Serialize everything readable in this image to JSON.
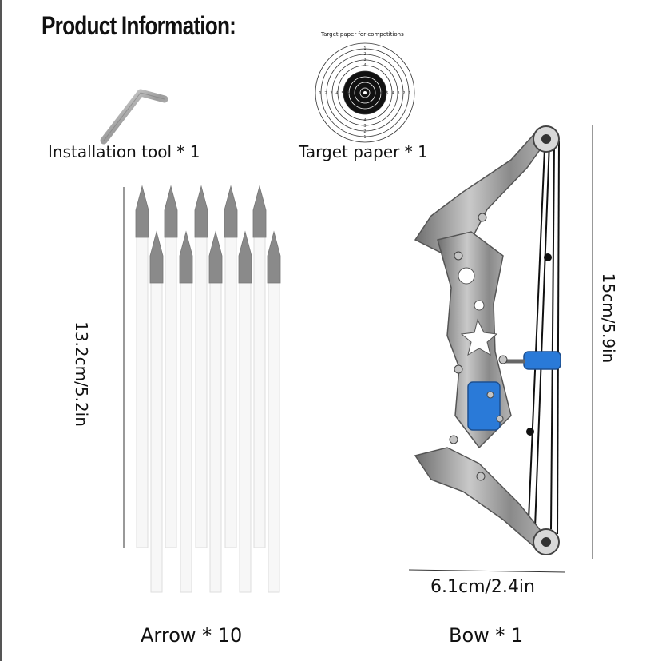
{
  "title": "Product Information:",
  "items": {
    "installation_tool": "Installation tool * 1",
    "target_paper": "Target paper * 1",
    "arrows": "Arrow * 10",
    "bow": "Bow * 1"
  },
  "target": {
    "caption": "Target paper for competitions"
  },
  "dimensions": {
    "arrow_length": "13.2cm/5.2in",
    "bow_height": "15cm/5.9in",
    "bow_width": "6.1cm/2.4in"
  },
  "colors": {
    "accent_blue": "#2a7ad8",
    "metal": "#9a9a9a",
    "string": "#111111"
  }
}
